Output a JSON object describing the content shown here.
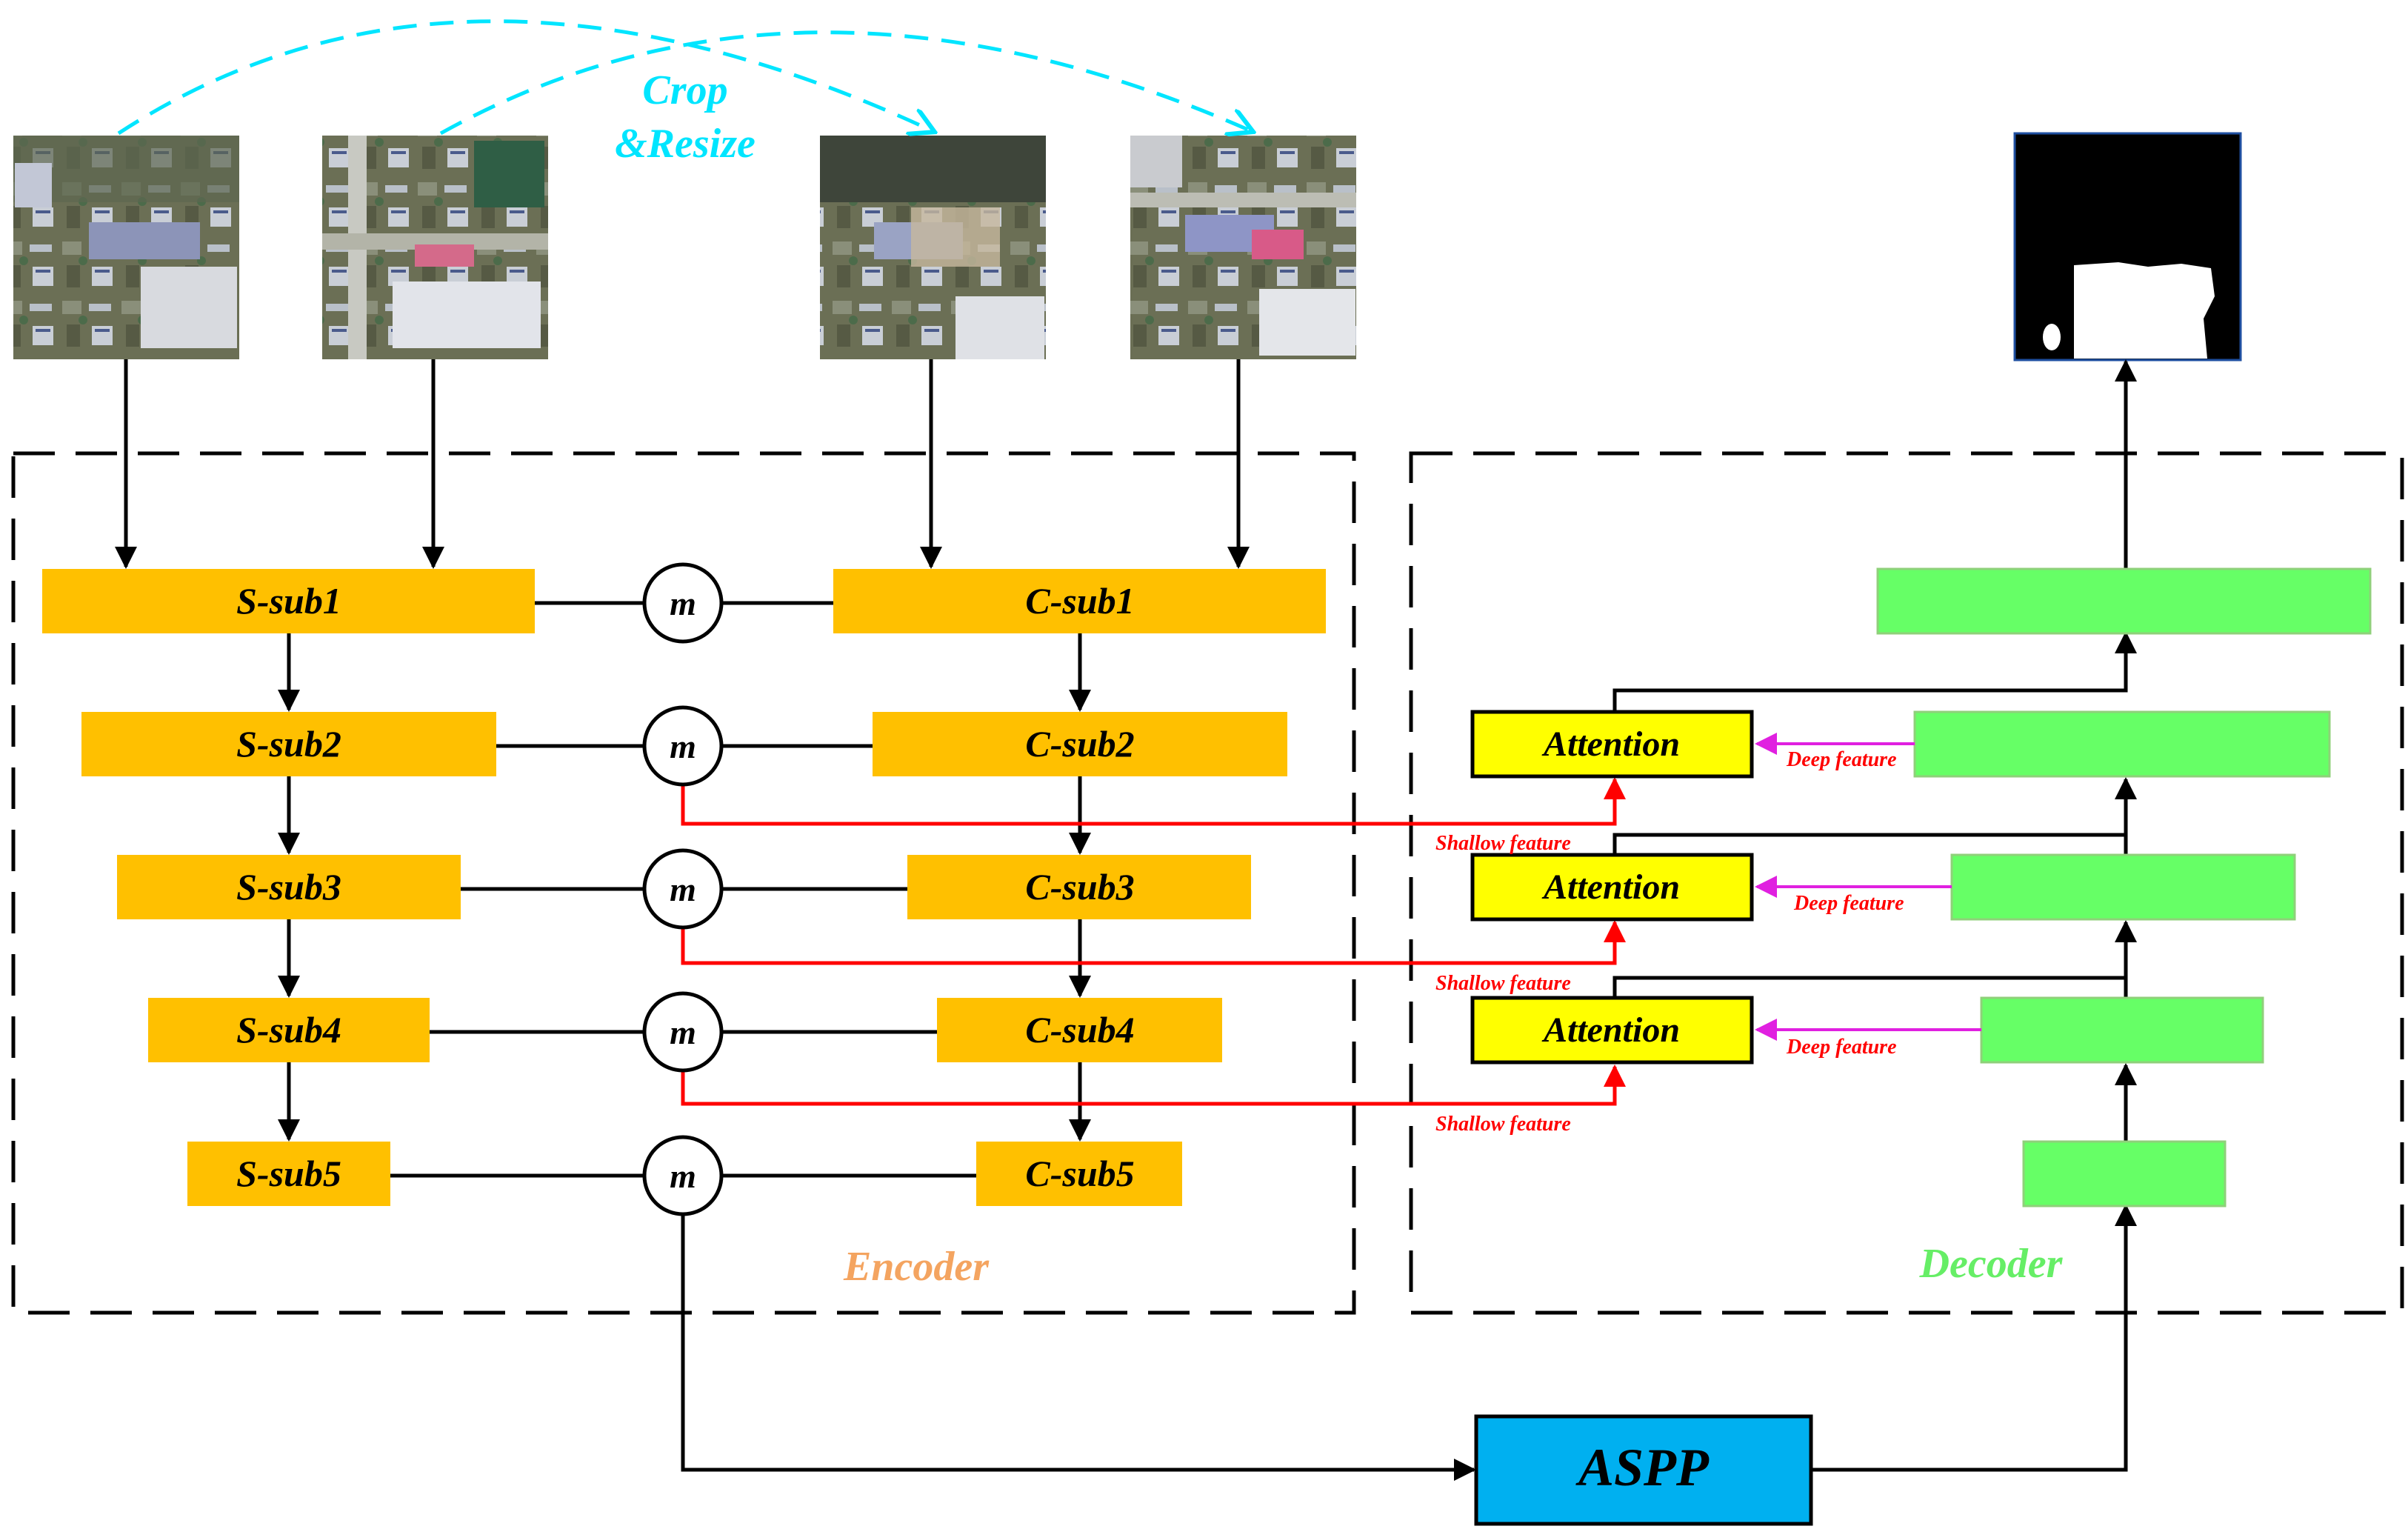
{
  "crop_label_line1": "Crop",
  "crop_label_line2": "&Resize",
  "encoder": {
    "title": "Encoder",
    "s_blocks": [
      "S-sub1",
      "S-sub2",
      "S-sub3",
      "S-sub4",
      "S-sub5"
    ],
    "c_blocks": [
      "C-sub1",
      "C-sub2",
      "C-sub3",
      "C-sub4",
      "C-sub5"
    ],
    "merge_label": "m"
  },
  "decoder": {
    "title": "Decoder",
    "attention_label": "Attention",
    "deep_feature_label": "Deep feature",
    "shallow_feature_label": "Shallow feature"
  },
  "aspp_label": "ASPP",
  "colors": {
    "encoder_block": "#FFC000",
    "decoder_block": "#66FF66",
    "attention_block": "#FFFF00",
    "aspp_block": "#00B0F0",
    "crop_arrow": "#00E5FF",
    "shallow_arrow": "#FF0000",
    "deep_arrow": "#E020E0",
    "encoder_title": "#F4A460",
    "decoder_title": "#66EE66"
  },
  "icons": {
    "input_images": "satellite-image-icon",
    "output_mask": "segmentation-mask-icon"
  }
}
